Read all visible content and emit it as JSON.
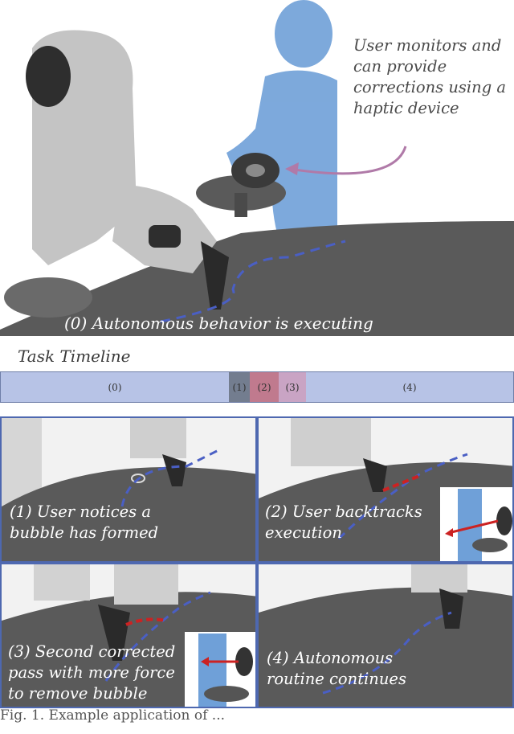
{
  "top": {
    "note": "User monitors and can provide corrections using a haptic device",
    "caption": "(0) Autonomous behavior is executing"
  },
  "timeline": {
    "title": "Task Timeline",
    "segments": [
      {
        "label": "(0)",
        "color": "#b7c3e6"
      },
      {
        "label": "(1)",
        "color": "#737d8f"
      },
      {
        "label": "(2)",
        "color": "#c07a8e"
      },
      {
        "label": "(3)",
        "color": "#c9a4c4"
      },
      {
        "label": "(4)",
        "color": "#b7c3e6"
      }
    ]
  },
  "panels": [
    {
      "caption": "(1) User notices a bubble has formed"
    },
    {
      "caption": "(2) User backtracks execution"
    },
    {
      "caption": "(3) Second corrected pass with more force to remove bubble"
    },
    {
      "caption": "(4) Autonomous routine continues"
    }
  ],
  "figure_caption": "Fig. 1.   Example application of ...",
  "colors": {
    "surface": "#5a5a5a",
    "robot": "#bdbdbd",
    "user": "#6fa0d8",
    "path": "#4a5fc4",
    "correction": "#cc2222",
    "arrow": "#b07aa8",
    "panel_border": "#4e68b0"
  }
}
